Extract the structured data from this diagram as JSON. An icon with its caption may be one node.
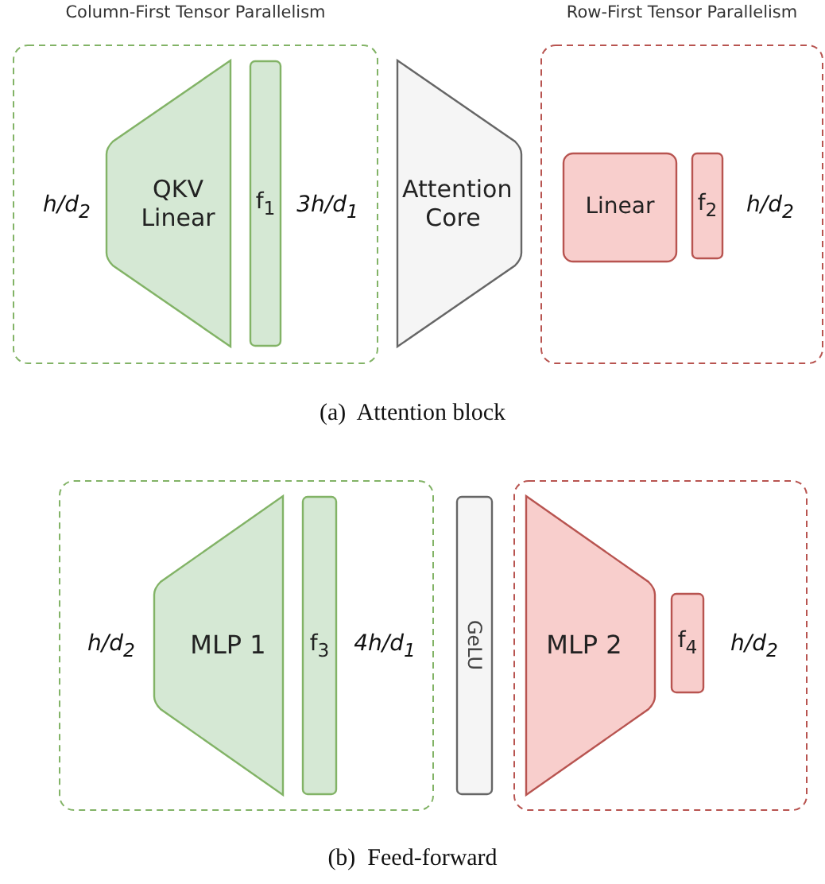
{
  "diagram": {
    "nodes": [
      {
        "text": [
          "Column-First Tensor Parallelism"
        ]
      },
      {
        "text": [
          "QKV Linear"
        ],
        "in": 0
      },
      {
        "text": [
          "f$_{1}$"
        ],
        "in": 0
      },
      {
        "text": [
          "Attention Core"
        ]
      },
      {
        "text": [
          "Row-First Tensor Parallelism"
        ]
      },
      {
        "text": [
          "Linear"
        ],
        "in": 4
      },
      {
        "text": [
          "f$_{2}$"
        ],
        "in": 4
      },
      {
        "text": [],
        "shape": "box"
      },
      {
        "text": [
          "MLP 1"
        ],
        "in": 7
      },
      {
        "text": [
          "f$_{3}$"
        ],
        "in": 7
      },
      {
        "text": [
          "GeLU"
        ]
      },
      {
        "text": [],
        "shape": "box"
      },
      {
        "text": [
          "MLP 2"
        ],
        "in": 11
      },
      {
        "text": [
          "f$_{4}$"
        ],
        "in": 11
      }
    ],
    "labels": [
      "h/d$_{2}$",
      "3h/d$_{1}$",
      "h/d$_{2}$",
      "(a)  Attention block",
      "h/d$_{2}$",
      "4h/d$_{1}$",
      "h/d$_{2}$",
      "(b)  Feed-forward"
    ]
  }
}
